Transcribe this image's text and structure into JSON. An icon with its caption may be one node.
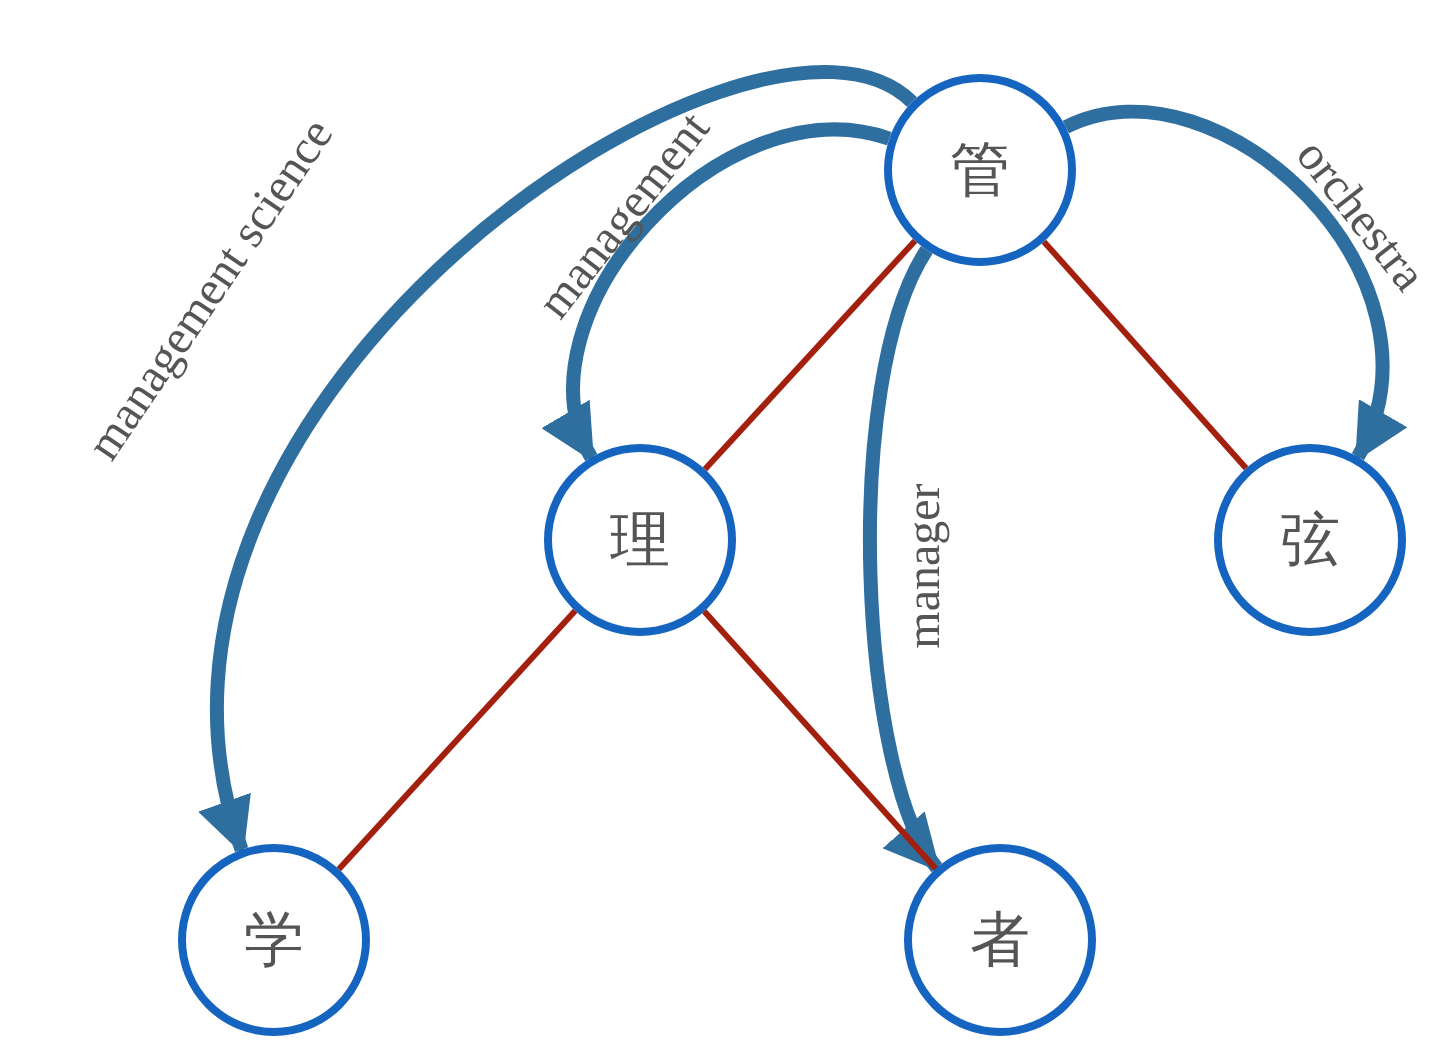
{
  "diagram": {
    "nodes": [
      {
        "text": [
          "管"
        ]
      },
      {
        "text": [
          "理"
        ]
      },
      {
        "text": [
          "弦"
        ]
      },
      {
        "text": [
          "学"
        ]
      },
      {
        "text": [
          "者"
        ]
      }
    ],
    "edges": [
      {
        "from": 0,
        "to": 3,
        "arrow": "to",
        "label": "management science",
        "style": "thick"
      },
      {
        "from": 0,
        "to": 1,
        "arrow": "to",
        "label": "management",
        "style": "thick"
      },
      {
        "from": 0,
        "to": 4,
        "arrow": "to",
        "label": "manager",
        "style": "thick"
      },
      {
        "from": 0,
        "to": 2,
        "arrow": "to",
        "label": "orchestra",
        "style": "thick"
      },
      {
        "from": 0,
        "to": 1,
        "arrow": "none",
        "color": "#a31f0e"
      },
      {
        "from": 0,
        "to": 2,
        "arrow": "none",
        "color": "#a31f0e"
      },
      {
        "from": 1,
        "to": 3,
        "arrow": "none",
        "color": "#a31f0e"
      },
      {
        "from": 1,
        "to": 4,
        "arrow": "none",
        "color": "#a31f0e"
      }
    ]
  }
}
